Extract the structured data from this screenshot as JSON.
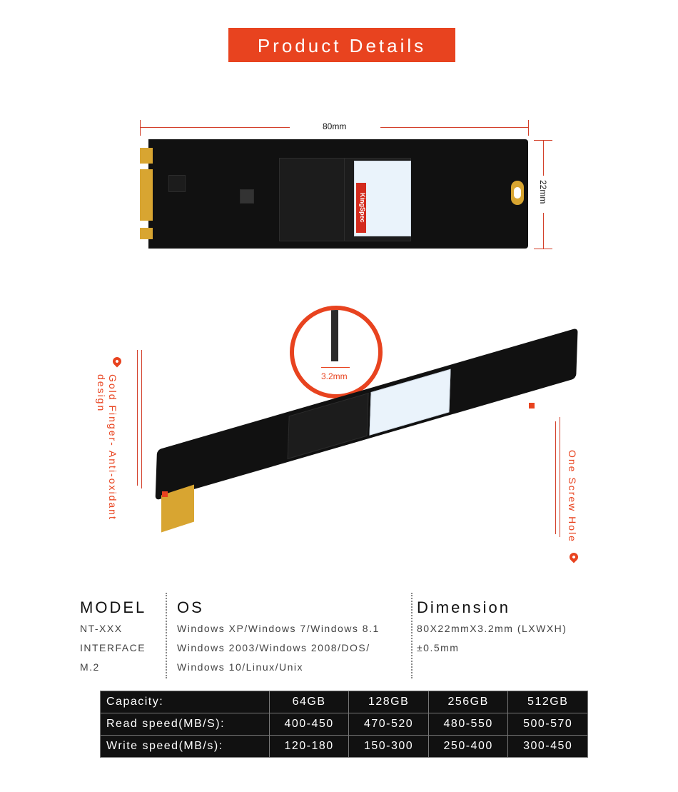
{
  "header": {
    "title": "Product Details"
  },
  "dimensions": {
    "length": "80mm",
    "width": "22mm",
    "thickness": "3.2mm"
  },
  "product": {
    "brand": "KingSpec"
  },
  "annotations": {
    "gold_finger": "Gold Finger- Anti-oxidant design",
    "screw_hole": "One Screw Hole"
  },
  "specs": {
    "model": {
      "heading": "MODEL",
      "lines": [
        "NT-XXX",
        "INTERFACE",
        "M.2"
      ]
    },
    "os": {
      "heading": "OS",
      "lines": [
        "Windows XP/Windows 7/Windows 8.1",
        "Windows 2003/Windows 2008/DOS/",
        "Windows 10/Linux/Unix"
      ]
    },
    "dimension": {
      "heading": "Dimension",
      "lines": [
        "80X22mmX3.2mm (LXWXH)",
        "±0.5mm"
      ]
    }
  },
  "table": {
    "headers": [
      "Capacity:",
      "64GB",
      "128GB",
      "256GB",
      "512GB"
    ],
    "rows": [
      [
        "Read speed(MB/S):",
        "400-450",
        "470-520",
        "480-550",
        "500-570"
      ],
      [
        "Write speed(MB/s):",
        "120-180",
        "150-300",
        "250-400",
        "300-450"
      ]
    ]
  },
  "colors": {
    "accent": "#e8431f",
    "pcb": "#111111",
    "gold": "#d8a531"
  }
}
